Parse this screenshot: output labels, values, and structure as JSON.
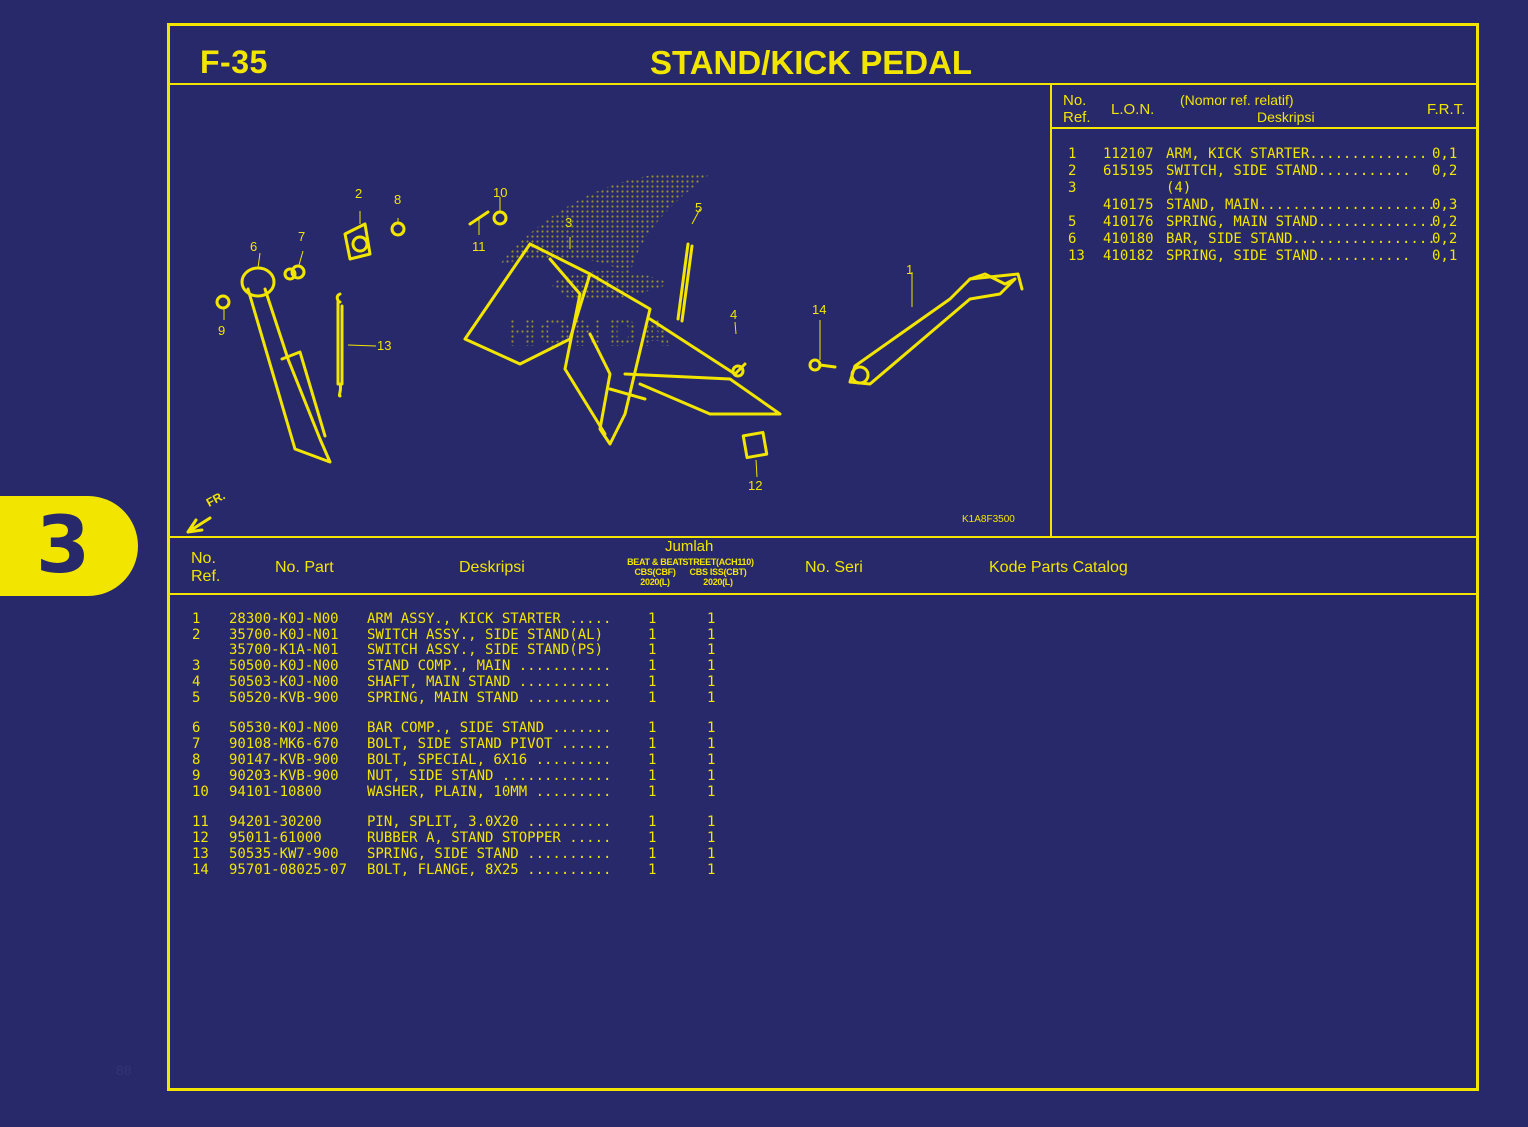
{
  "chapter_tab": "3",
  "page_number": "88",
  "header": {
    "code": "F-35",
    "title": "STAND/KICK PEDAL"
  },
  "diagram": {
    "fr_label": "FR.",
    "code": "K1A8F3500",
    "callouts": [
      "1",
      "2",
      "3",
      "4",
      "5",
      "6",
      "7",
      "8",
      "9",
      "10",
      "11",
      "12",
      "13",
      "14"
    ]
  },
  "ref_table": {
    "headers": {
      "no": "No.",
      "ref": "Ref.",
      "lon": "L.O.N.",
      "nomor": "(Nomor ref. relatif)",
      "deskripsi": "Deskripsi",
      "frt": "F.R.T."
    },
    "rows": [
      {
        "ref": "1",
        "lon": "112107",
        "desc": "ARM, KICK STARTER..............",
        "frt": "0,1"
      },
      {
        "ref": "2",
        "lon": "615195",
        "desc": "SWITCH, SIDE STAND...........",
        "frt": "0,2"
      },
      {
        "ref": "3",
        "lon": "",
        "desc": "(4)",
        "frt": ""
      },
      {
        "ref": "",
        "lon": "410175",
        "desc": "STAND, MAIN.....................",
        "frt": "0,3"
      },
      {
        "ref": "5",
        "lon": "410176",
        "desc": "SPRING, MAIN STAND..............",
        "frt": "0,2"
      },
      {
        "ref": "6",
        "lon": "410180",
        "desc": "BAR, SIDE STAND.................",
        "frt": "0,2"
      },
      {
        "ref": "13",
        "lon": "410182",
        "desc": "SPRING, SIDE STAND...........",
        "frt": "0,1"
      }
    ]
  },
  "parts_table": {
    "headers": {
      "no": "No.",
      "ref": "Ref.",
      "part": "No. Part",
      "deskripsi": "Deskripsi",
      "jumlah": "Jumlah",
      "col1_l1": "BEAT & BEAT",
      "col1_l2": "CBS(CBF)",
      "col1_l3": "2020(L)",
      "col2_l1": "STREET(ACH110)",
      "col2_l2": "CBS ISS(CBT)",
      "col2_l3": "2020(L)",
      "seri": "No. Seri",
      "kode": "Kode Parts Catalog"
    },
    "rows": [
      {
        "ref": "1",
        "part": "28300-K0J-N00",
        "desc": "ARM ASSY., KICK STARTER .....",
        "q1": "1",
        "q2": "1"
      },
      {
        "ref": "2",
        "part": "35700-K0J-N01",
        "desc": "SWITCH ASSY., SIDE STAND(AL)",
        "q1": "1",
        "q2": "1"
      },
      {
        "ref": "",
        "part": "35700-K1A-N01",
        "desc": "SWITCH ASSY., SIDE STAND(PS)",
        "q1": "1",
        "q2": "1"
      },
      {
        "ref": "3",
        "part": "50500-K0J-N00",
        "desc": "STAND COMP., MAIN ...........",
        "q1": "1",
        "q2": "1"
      },
      {
        "ref": "4",
        "part": "50503-K0J-N00",
        "desc": "SHAFT, MAIN STAND ...........",
        "q1": "1",
        "q2": "1"
      },
      {
        "ref": "5",
        "part": "50520-KVB-900",
        "desc": "SPRING, MAIN STAND ..........",
        "q1": "1",
        "q2": "1"
      },
      {
        "ref": "6",
        "part": "50530-K0J-N00",
        "desc": "BAR COMP., SIDE STAND .......",
        "q1": "1",
        "q2": "1"
      },
      {
        "ref": "7",
        "part": "90108-MK6-670",
        "desc": "BOLT, SIDE STAND PIVOT ......",
        "q1": "1",
        "q2": "1"
      },
      {
        "ref": "8",
        "part": "90147-KVB-900",
        "desc": "BOLT, SPECIAL, 6X16 .........",
        "q1": "1",
        "q2": "1"
      },
      {
        "ref": "9",
        "part": "90203-KVB-900",
        "desc": "NUT, SIDE STAND .............",
        "q1": "1",
        "q2": "1"
      },
      {
        "ref": "10",
        "part": "94101-10800",
        "desc": "WASHER, PLAIN, 10MM .........",
        "q1": "1",
        "q2": "1"
      },
      {
        "ref": "11",
        "part": "94201-30200",
        "desc": "PIN, SPLIT, 3.0X20 ..........",
        "q1": "1",
        "q2": "1"
      },
      {
        "ref": "12",
        "part": "95011-61000",
        "desc": "RUBBER A, STAND STOPPER .....",
        "q1": "1",
        "q2": "1"
      },
      {
        "ref": "13",
        "part": "50535-KW7-900",
        "desc": "SPRING, SIDE STAND ..........",
        "q1": "1",
        "q2": "1"
      },
      {
        "ref": "14",
        "part": "95701-08025-07",
        "desc": "BOLT, FLANGE, 8X25 ..........",
        "q1": "1",
        "q2": "1"
      }
    ]
  },
  "colors": {
    "background": "#27296a",
    "accent": "#f2e500"
  }
}
